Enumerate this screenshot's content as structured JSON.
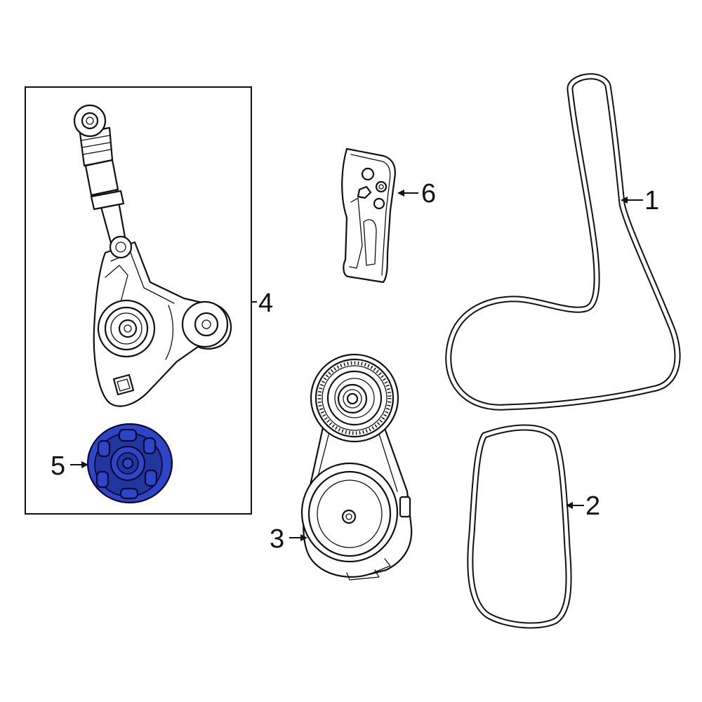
{
  "diagram": {
    "highlight_color": "#2f45c8",
    "line_color": "#111111",
    "background": "#ffffff",
    "callouts": [
      {
        "id": "1",
        "label": "1",
        "part": "serpentine-belt-large"
      },
      {
        "id": "2",
        "label": "2",
        "part": "belt-small"
      },
      {
        "id": "3",
        "label": "3",
        "part": "belt-tensioner"
      },
      {
        "id": "4",
        "label": "4",
        "part": "tensioner-assembly-group"
      },
      {
        "id": "5",
        "label": "5",
        "part": "idler-pulley",
        "highlighted": true
      },
      {
        "id": "6",
        "label": "6",
        "part": "tensioner-bracket"
      }
    ]
  }
}
